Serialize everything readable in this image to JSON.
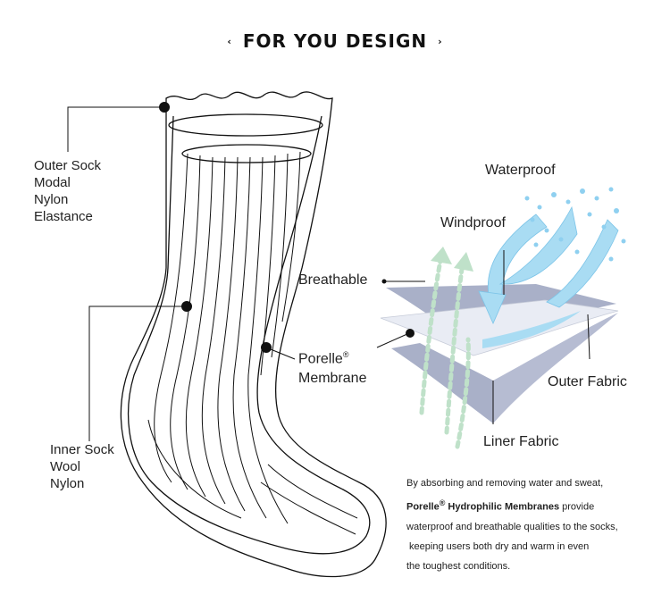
{
  "title": "FOR YOU DESIGN",
  "title_left_glyph": "‹",
  "title_right_glyph": "›",
  "outer_sock": {
    "lines": [
      "Outer Sock",
      "Modal",
      "Nylon",
      "Elastance"
    ]
  },
  "inner_sock": {
    "lines": [
      "Inner Sock",
      "Wool",
      "Nylon"
    ]
  },
  "labels": {
    "waterproof": "Waterproof",
    "windproof": "Windproof",
    "breathable": "Breathable",
    "porelle": "Porelle",
    "porelle_mark": "®",
    "membrane": "Membrane",
    "outer_fabric": "Outer Fabric",
    "liner_fabric": "Liner Fabric"
  },
  "description": {
    "line1": "By absorbing and removing water and sweat,",
    "line2_bold": "Porelle",
    "line2_mark": "®",
    "line2_bold2": " Hydrophilic Membranes",
    "line2_rest": " provide",
    "line3": "waterproof and breathable qualities to the socks,",
    "line4": " keeping users both dry and warm in even",
    "line5": "the toughest conditions."
  },
  "colors": {
    "layer": "#a9b0c8",
    "membrane": "#e9ecf4",
    "water_arrow": "#a9dcf3",
    "air_arrow": "#bfe1c9",
    "line": "#111111"
  }
}
